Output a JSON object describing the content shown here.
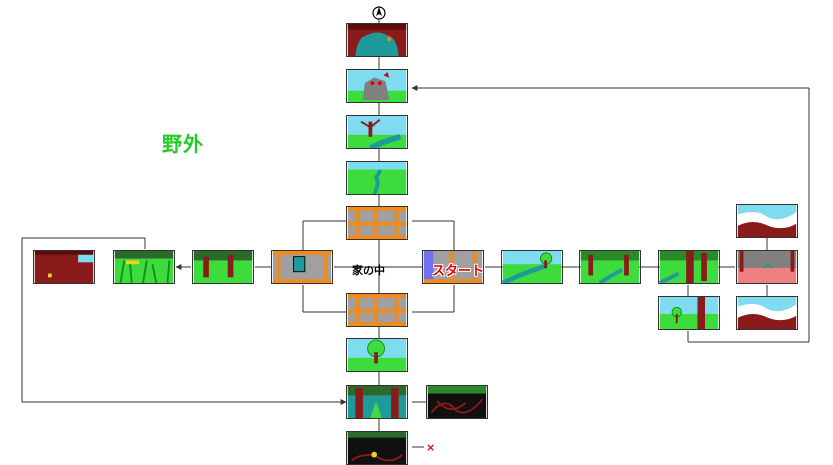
{
  "title": "野外",
  "labels": {
    "house": "家の中",
    "start": "スタート",
    "end_mark": "×"
  },
  "colors": {
    "title": "#22cc22",
    "start_label": "#e00000",
    "connector": "#333333",
    "sky": "#7fdcf0",
    "grass": "#3ddc3d",
    "trunk": "#8b1a1a",
    "wall": "#f08a1c",
    "river": "#1f9a9a",
    "dark": "#101010"
  },
  "icons": {
    "compass": "compass-north-icon"
  }
}
